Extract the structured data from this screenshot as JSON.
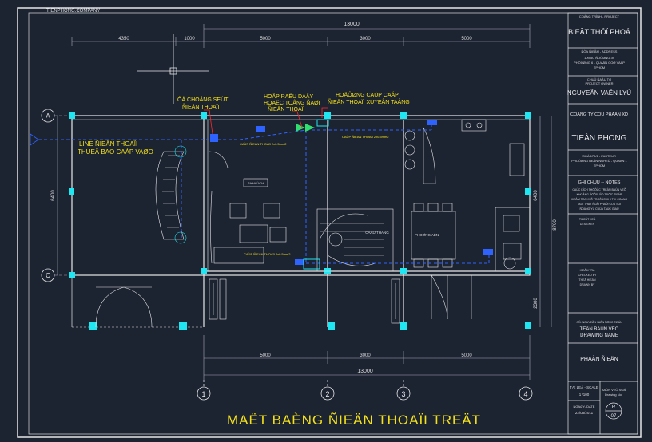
{
  "watermark": "TIENPHONG.COMPANY",
  "dimensions": {
    "top_total": "13000",
    "top_left_1": "4350",
    "top_left_2": "1000",
    "top_seg_1": "5000",
    "top_seg_2": "3000",
    "top_seg_3": "5000",
    "bottom_seg_1": "5000",
    "bottom_seg_2": "3000",
    "bottom_seg_3": "5000",
    "bottom_total": "13000",
    "left_vert": "6400",
    "right_vert_1": "6400",
    "right_vert_total": "8700",
    "right_vert_2": "2300"
  },
  "axes": {
    "row_a": "A",
    "row_c": "C",
    "col_1": "1",
    "col_2": "2",
    "col_3": "3",
    "col_4": "4"
  },
  "annotations": {
    "line_label_1": "LINE ÑIEÄN THOAÏI",
    "line_label_2": "THUEÂ BAO CAÁP VAØO",
    "socket_label_1": "ÔÅ CHOÁNG SEÙT",
    "socket_label_2": "ÑIEÄN THOAÏI",
    "box_label_1": "HOÄP RAÊU DAÂY",
    "box_label_2": "HOAËC TOÅNG ÑAØI",
    "box_label_3": "ÑIEÄN THOAÏI",
    "cable_label_1": "HOÄÔØNG CAÙP CAÁP",
    "cable_label_2": "ÑIEÄN THOAÏI XUYEÂN TAÀNG",
    "small_1": "CAÙP ÑIEÄN THOAÏI 2x0.5mm2",
    "small_2": "CAÙP ÑIEÄN THOAÏI 2x0.5mm2",
    "small_3": "CAÙP ÑIEÄN THOAÏI 2x0.5mm2",
    "room_living": "P.KHAÙCH",
    "room_stairs": "CAÀU THANG",
    "room_dining": "PHOØNG AÊN"
  },
  "title": "MAËT BAÈNG ÑIEÄN THOAÏI TREÄT",
  "title_block": {
    "header": "COÂNG TRÌNH - PROJECT",
    "project": "BIEÄT THÖÏ PHOÁ",
    "addr_label": "ÑÒA ÑIEÅM - ADDRESS",
    "addr_1": "109/5C ÑÖÔØNG 39",
    "addr_2": "PHÖÔØNG 6 - QUAÄN GOØ VAÁP",
    "addr_3": "TPHCM",
    "owner_label": "CHUÛ ÑAÀU TÖ",
    "owner_label_2": "PROJECT OWNER",
    "owner": "NGUYEÃN VAÊN LYÙ",
    "company_label": "COÂNG TY CÔÛ PHAÀN XD",
    "company": "TIEÀN PHONG",
    "company_addr_1": "SOÁ 179/2 - PASTEUR",
    "company_addr_2": "PHÖÔØNG BEÁN NGHEÙ - QUAÄN 1",
    "company_addr_3": "TPHCM",
    "notes_label": "GHI CHUÙ -- NOTES",
    "note_1": "CAÙC KÍCH THÖÔÙC TREÂN BAÛN VEÕ",
    "note_2": "KHOÂNG ÑÖÔÏC ÑO TRÖÏC TIEÁP",
    "note_3": "KIEÅM TRA KYÕ TRÖÔÙC KHI THI COÂNG",
    "note_4": "MOÏI THAY ÑOÅI PHAÛI COÙ SÖÏ",
    "note_5": "ÑOÀNG YÙ CUÛA TAÙC GIAÛ",
    "design_label": "THIEÁT KEÁ",
    "design": "DESIGNER",
    "check_label": "KIEÅM TRA",
    "check": "CHECKED BY",
    "draw_label": "THEÅ HIEÄN",
    "draw": "DRAWN BY",
    "director": "GÑ. NGUYEÃN VAÊN ÑÖÙC TIEÁN",
    "drawing_name_1": "TEÂN BAÛN VEÕ",
    "drawing_name_2": "DRAWING NAME",
    "part": "PHAÀN ÑIEÄN",
    "scale_label": "TÆ LEÄ - SCALE",
    "scale": "1 /100",
    "sheet_label": "BAÛN VEÕ SOÁ",
    "sheet_label_2": "Drawing No.",
    "date_label": "NGAØY- DATE",
    "date": "22/06/2011",
    "sheet_r": "R",
    "sheet_no": "07"
  }
}
